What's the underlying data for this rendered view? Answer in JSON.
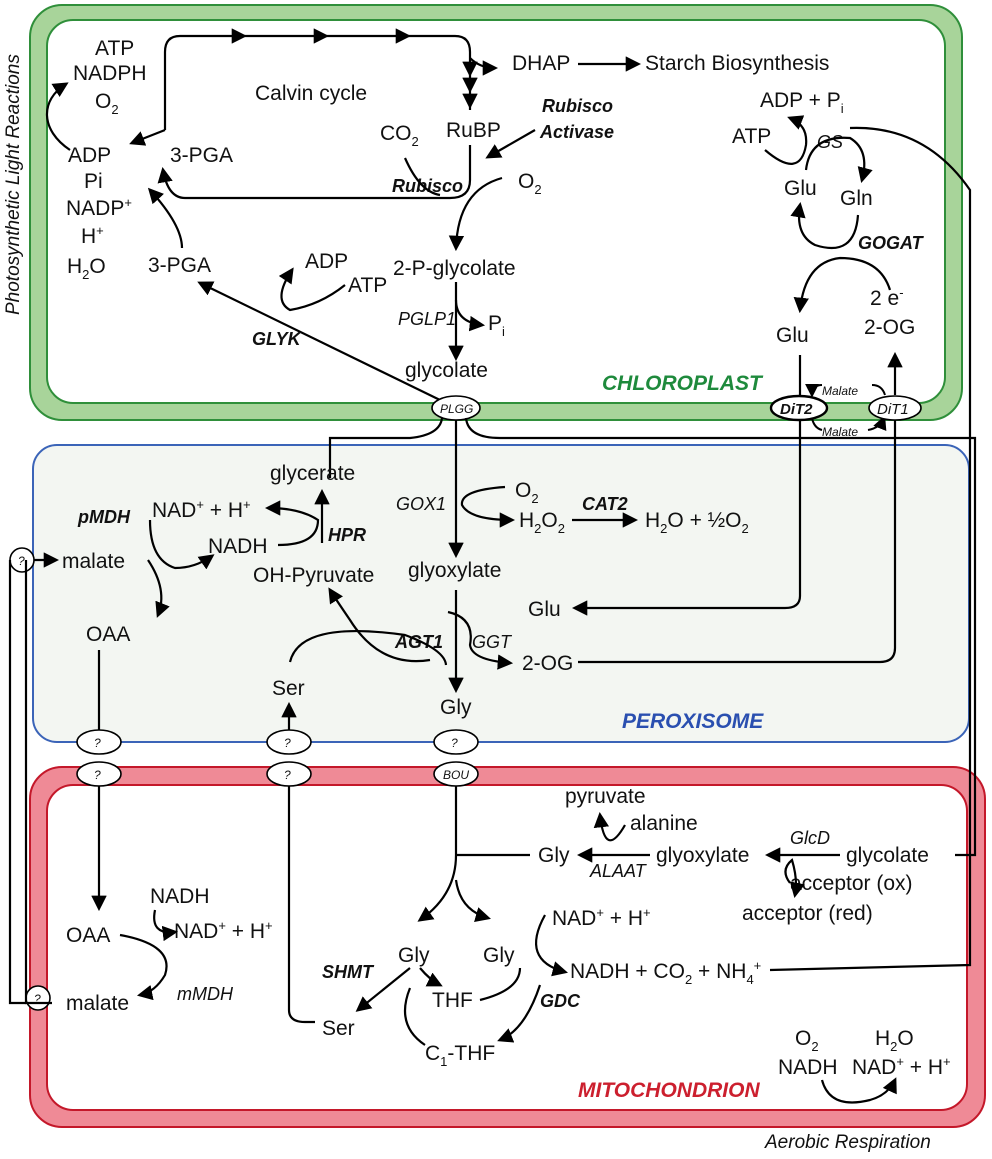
{
  "side_labels": {
    "photosynthetic": "Photosynthetic Light Reactions",
    "aerobic": "Aerobic Respiration"
  },
  "organelles": {
    "chloroplast": {
      "label": "CHLOROPLAST",
      "color": "#1e8a3c",
      "outer": "#a8d49a",
      "inner": "#ffffff",
      "border": "#2f8f3a"
    },
    "peroxisome": {
      "label": "PEROXISOME",
      "color": "#2a4fb0",
      "fill": "#f3f6f2",
      "border": "#3b64b8"
    },
    "mitochondrion": {
      "label": "MITOCHONDRION",
      "color": "#cc1f2e",
      "outer": "#ef8a96",
      "inner": "#ffffff",
      "border": "#c4182a"
    }
  },
  "chloroplast": {
    "atp": "ATP",
    "nadph": "NADPH",
    "o2": "O",
    "o2_sub": "2",
    "adp": "ADP",
    "pi": "Pi",
    "nadp": "NADP",
    "nadp_sup": "+",
    "h": "H",
    "h_sup": "+",
    "h2o": "H",
    "h2o_sub": "2",
    "h2o_o": "O",
    "calvin": "Calvin cycle",
    "pga1": "3-PGA",
    "pga2": "3-PGA",
    "co2": "CO",
    "co2_sub": "2",
    "rubisco": "Rubisco",
    "rubp": "RuBP",
    "rubisco_activase_1": "Rubisco",
    "rubisco_activase_2": "Activase",
    "o2b": "O",
    "o2b_sub": "2",
    "dhap": "DHAP",
    "starch": "Starch Biosynthesis",
    "p_glycolate": "2-P-glycolate",
    "pglp1": "PGLP1",
    "pi2": "P",
    "pi2_sub": "i",
    "glycolate": "glycolate",
    "glyk": "GLYK",
    "adp2": "ADP",
    "atp2": "ATP",
    "adp_pi": "ADP + P",
    "adp_pi_sub": "i",
    "atp3": "ATP",
    "gs": "GS",
    "glu1": "Glu",
    "gln": "Gln",
    "gogat": "GOGAT",
    "e2": "2 e",
    "e2_sup": "-",
    "glu2": "Glu",
    "og": "2-OG",
    "malate1": "Malate",
    "malate2": "Malate"
  },
  "transporters": {
    "plgg": "PLGG",
    "dit2": "DiT2",
    "dit1": "DiT1",
    "q": "?",
    "bou": "BOU"
  },
  "peroxisome": {
    "glycerate": "glycerate",
    "pmdh": "pMDH",
    "nad_h": "NAD",
    "nad_h_sup": "+",
    "nad_h_rest": " + H",
    "nad_h_sup2": "+",
    "nadh": "NADH",
    "hpr": "HPR",
    "malate": "malate",
    "oh_pyruvate": "OH-Pyruvate",
    "oaa": "OAA",
    "gox1": "GOX1",
    "o2": "O",
    "o2_sub": "2",
    "h2o2": "H",
    "h2o2_sub": "2",
    "h2o2_o": "O",
    "h2o2_sub2": "2",
    "cat2": "CAT2",
    "water_out": "H",
    "water_sub": "2",
    "water_rest": "O + ½O",
    "water_sub2": "2",
    "glyoxylate": "glyoxylate",
    "glu": "Glu",
    "agt1": "AGT1",
    "ggt": "GGT",
    "og": "2-OG",
    "ser": "Ser",
    "gly": "Gly"
  },
  "mitochondrion": {
    "pyruvate": "pyruvate",
    "alanine": "alanine",
    "gly": "Gly",
    "glyoxylate": "glyoxylate",
    "glcd": "GlcD",
    "glycolate": "glycolate",
    "alaat": "ALAAT",
    "acceptor_ox": "acceptor (ox)",
    "acceptor_red": "acceptor (red)",
    "nadh": "NADH",
    "oaa": "OAA",
    "nad_h": "NAD",
    "nad_h_rest": " + H",
    "sup": "+",
    "nad_h_gdc": "NAD",
    "nad_h_gdc_rest": " + H",
    "gly_a": "Gly",
    "gly_b": "Gly",
    "shmt": "SHMT",
    "thf": "THF",
    "gdc": "GDC",
    "nadh_co2": "NADH + CO",
    "co2_sub": "2",
    "nh4": " + NH",
    "nh4_sub": "4",
    "nh4_sup": "+",
    "mmdh": "mMDH",
    "malate": "malate",
    "ser": "Ser",
    "c1thf": "C",
    "c1thf_sub": "1",
    "c1thf_rest": "-THF",
    "o2": "O",
    "o2_sub": "2",
    "h2o": "H",
    "h2o_sub": "2",
    "h2o_o": "O",
    "nadh2": "NADH",
    "nad2": "NAD",
    "nad2_rest": " + H"
  }
}
